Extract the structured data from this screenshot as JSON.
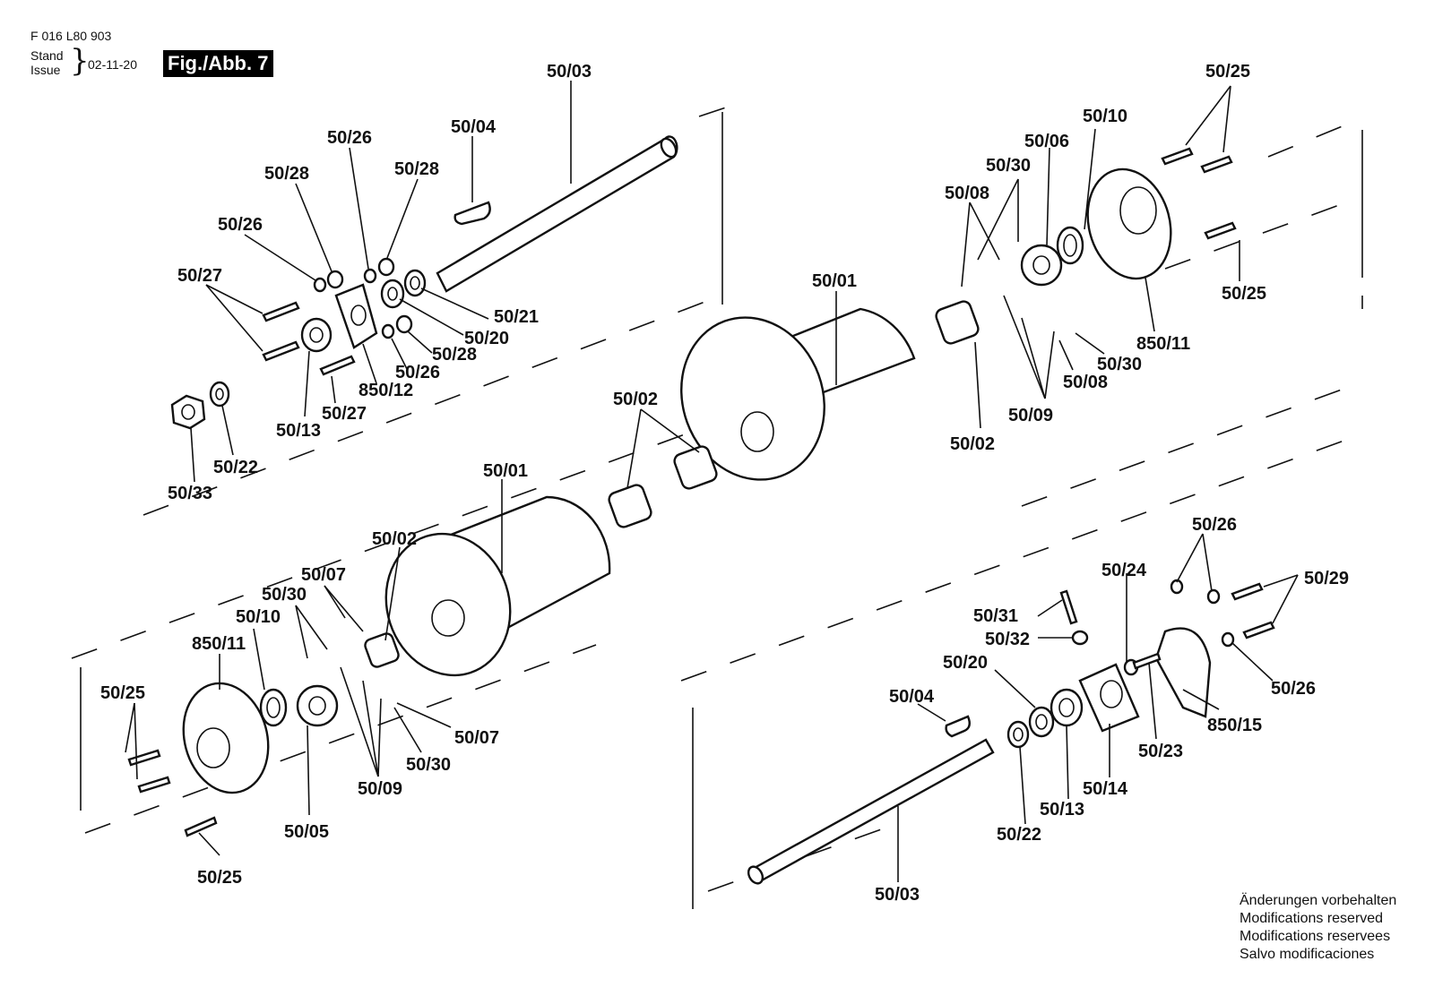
{
  "header": {
    "doc_number": "F 016 L80 903",
    "stand": "Stand",
    "issue": "Issue",
    "date": "02-11-20",
    "figure": "Fig./Abb. 7"
  },
  "callouts": [
    "50/03",
    "50/04",
    "50/26",
    "50/28",
    "50/28",
    "50/26",
    "50/27",
    "50/21",
    "50/20",
    "50/28",
    "50/26",
    "850/12",
    "50/13",
    "50/27",
    "50/22",
    "50/33",
    "50/25",
    "50/10",
    "50/06",
    "50/30",
    "50/08",
    "50/25",
    "50/01",
    "850/11",
    "50/30",
    "50/08",
    "50/09",
    "50/02",
    "50/02",
    "50/01",
    "50/02",
    "50/07",
    "50/30",
    "50/10",
    "850/11",
    "50/25",
    "50/07",
    "50/30",
    "50/09",
    "50/05",
    "50/25",
    "50/26",
    "50/24",
    "50/29",
    "50/31",
    "50/32",
    "50/20",
    "50/26",
    "850/15",
    "50/04",
    "50/23",
    "50/14",
    "50/13",
    "50/22",
    "50/03"
  ],
  "notes": [
    "Änderungen vorbehalten",
    "Modifications reserved",
    "Modifications reservees",
    "Salvo modificaciones"
  ]
}
